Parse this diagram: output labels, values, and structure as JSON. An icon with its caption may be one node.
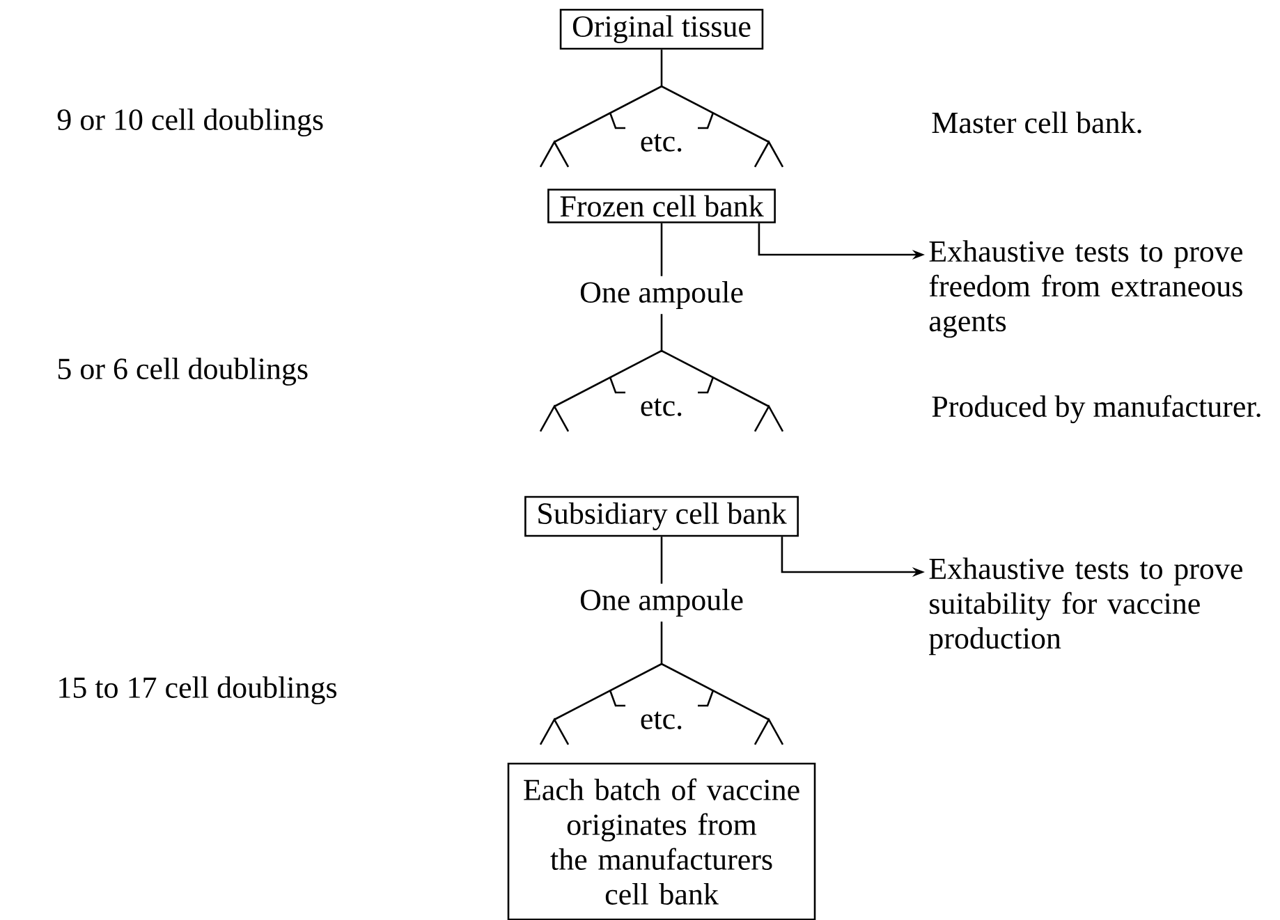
{
  "diagram": {
    "nodes": [
      {
        "text": [
          "Original tissue"
        ]
      },
      {
        "text": [
          "etc."
        ]
      },
      {
        "text": [
          "Frozen cell bank"
        ]
      },
      {
        "text": [
          "Exhaustive tests to prove freedom from extraneous agents"
        ]
      },
      {
        "text": [
          "One ampoule"
        ]
      },
      {
        "text": [
          "etc."
        ]
      },
      {
        "text": [
          "Subsidiary cell bank"
        ]
      },
      {
        "text": [
          "Exhaustive tests to prove suitability for vaccine production"
        ]
      },
      {
        "text": [
          "One ampoule"
        ]
      },
      {
        "text": [
          "etc."
        ]
      },
      {
        "text": [
          "Each batch of vaccine originates from the manufacturers cell bank"
        ]
      }
    ],
    "edges": [
      {
        "from": 0,
        "to": 1,
        "arrow": "none"
      },
      {
        "from": 2,
        "to": 3,
        "arrow": "to"
      },
      {
        "from": 2,
        "to": 4,
        "arrow": "none"
      },
      {
        "from": 4,
        "to": 5,
        "arrow": "none"
      },
      {
        "from": 6,
        "to": 7,
        "arrow": "to"
      },
      {
        "from": 6,
        "to": 8,
        "arrow": "none"
      },
      {
        "from": 8,
        "to": 9,
        "arrow": "none"
      }
    ],
    "labels": [
      "9 or 10 cell doublings",
      "Master cell bank.",
      "5 or 6 cell doublings",
      "Produced by manufacturer.",
      "15 to 17 cell doublings"
    ]
  }
}
